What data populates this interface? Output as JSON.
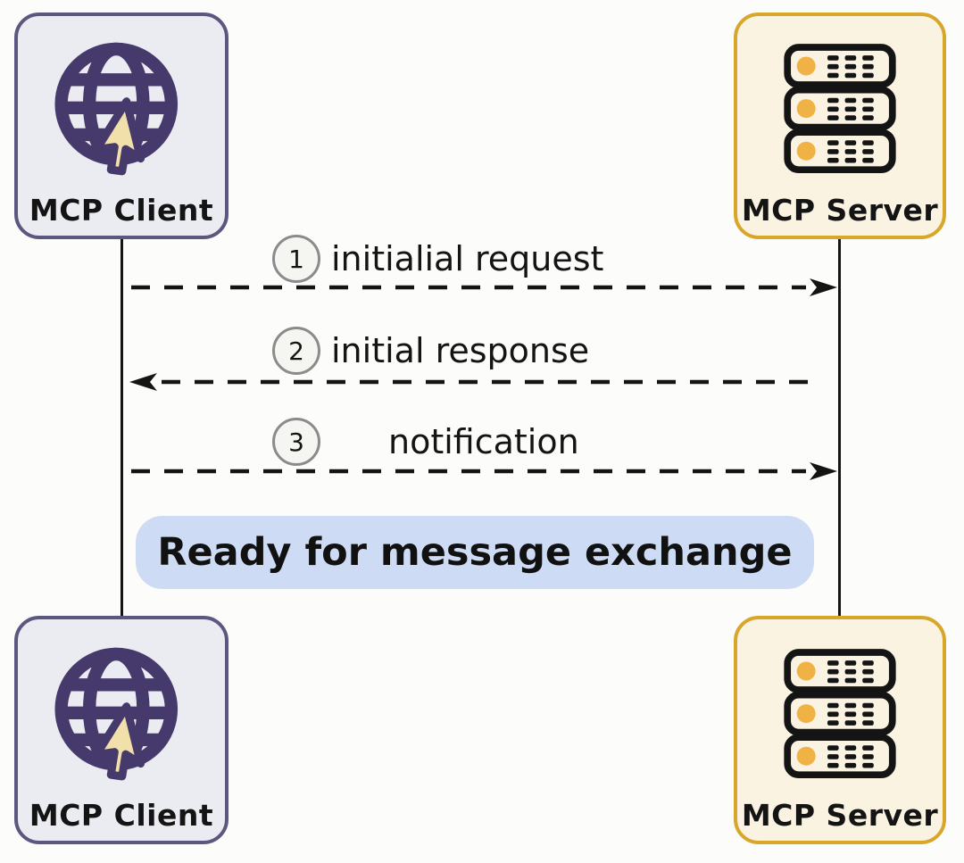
{
  "actors": {
    "client_top": {
      "label": "MCP Client"
    },
    "server_top": {
      "label": "MCP Server"
    },
    "client_bottom": {
      "label": "MCP Client"
    },
    "server_bottom": {
      "label": "MCP Server"
    }
  },
  "messages": [
    {
      "num": "1",
      "label": "initialial request",
      "from": "MCP Client",
      "to": "MCP Server",
      "direction": "right"
    },
    {
      "num": "2",
      "label": "initial response",
      "from": "MCP Server",
      "to": "MCP Client",
      "direction": "left"
    },
    {
      "num": "3",
      "label": "notification",
      "from": "MCP Client",
      "to": "MCP Server",
      "direction": "right"
    }
  ],
  "banner": {
    "label": "Ready for message exchange"
  },
  "icons": {
    "client": "globe-cursor-icon",
    "server": "server-stack-icon"
  },
  "colors": {
    "client_bg": "#ebebf2",
    "client_border": "#5d5680",
    "globe": "#453a6b",
    "cursor_fill": "#f2e0aa",
    "server_bg": "#faf3e2",
    "server_border": "#d7a62b",
    "server_dot": "#f1b245",
    "banner_bg": "#cddcf4",
    "circle_bg": "#f5f5f2",
    "circle_border": "#8b8b8b",
    "line": "#141414"
  }
}
